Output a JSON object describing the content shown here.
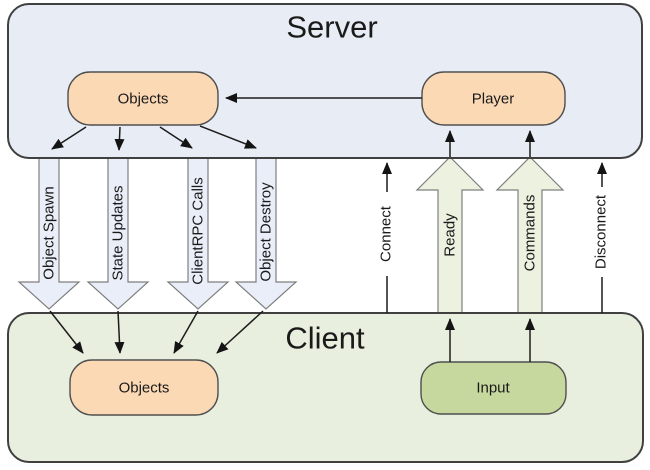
{
  "server": {
    "title": "Server",
    "nodes": {
      "objects": "Objects",
      "player": "Player"
    }
  },
  "client": {
    "title": "Client",
    "nodes": {
      "objects": "Objects",
      "input": "Input"
    }
  },
  "channels": {
    "server_to_client": [
      "Object Spawn",
      "State Updates",
      "ClientRPC Calls",
      "Object Destroy"
    ],
    "client_to_server_block": [
      "Ready",
      "Commands"
    ],
    "client_to_server_line": [
      "Connect",
      "Disconnect"
    ]
  },
  "colors": {
    "server_box": "#e8ecf5",
    "client_box": "#e9efde",
    "object_player_node": "#fcd9b5",
    "input_node": "#c6d89e",
    "down_block_arrow": "#eaeef8",
    "up_block_arrow": "#edf1df",
    "box_border": "#404040",
    "block_arrow_border": "#7f7f7f",
    "line_arrow": "#1c1c1c",
    "background": "#ffffff"
  }
}
